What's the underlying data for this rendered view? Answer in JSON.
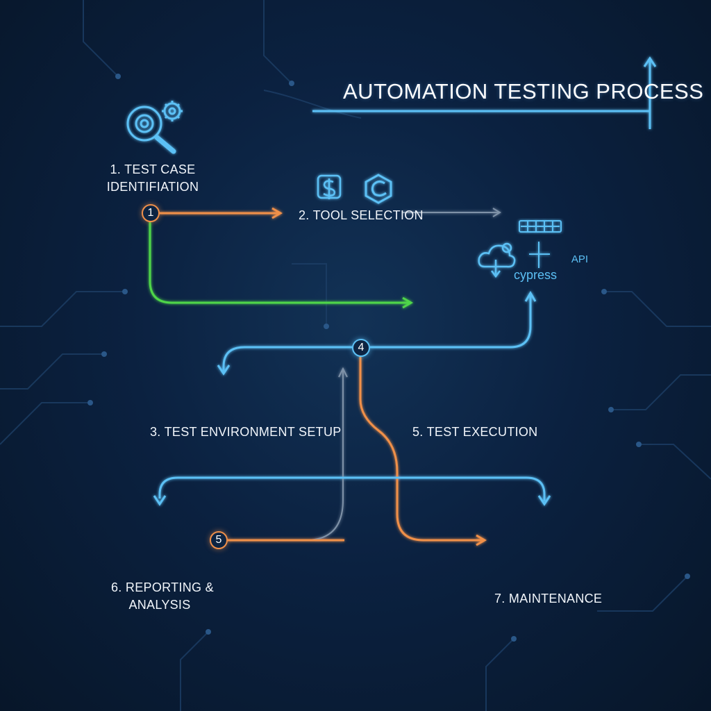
{
  "title": "AUTOMATION TESTING PROCESS",
  "steps": [
    {
      "id": 1,
      "label_line1": "1. TEST CASE",
      "label_line2": "IDENTIFIATION",
      "icon": "magnifier-gears-icon"
    },
    {
      "id": 2,
      "label": "2. TOOL SELECTION",
      "icons": [
        "selenium-icon",
        "tool-logo-icon"
      ]
    },
    {
      "id": 3,
      "label": "3. TEST ENVIRONMENT SETUP",
      "icon": "server-cloud-icon"
    },
    {
      "id": 5,
      "label": "5. TEST EXECUTION",
      "icons": [
        "python-icon",
        "code-lines-icon",
        "jenkins-icon",
        "bug-icon"
      ]
    },
    {
      "id": 6,
      "label_line1": "6. REPORTING &",
      "label_line2": "ANALYSIS",
      "icon": "gauge-play-icon"
    },
    {
      "id": 7,
      "label": "7. MAINTENANCE",
      "icon": "dashboard-window-icon"
    }
  ],
  "nodes": [
    "1",
    "4",
    "5"
  ],
  "tools": {
    "cypress": "cypress",
    "api": "API",
    "icons": [
      "server-rack-icon",
      "cloud-sync-icon",
      "crosshair-icon",
      "api-hexagon-icon"
    ]
  },
  "colors": {
    "background": "#0b2140",
    "blue_flow": "#5cc0f5",
    "orange_flow": "#f0904a",
    "green_flow": "#4fd64a",
    "gray_flow": "#7f92a8",
    "text": "#f2f6fb"
  }
}
